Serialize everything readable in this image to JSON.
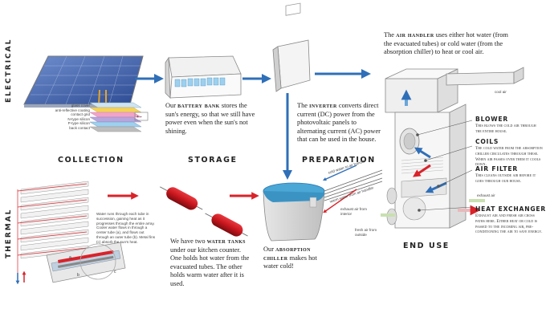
{
  "rows": {
    "electrical": "ELECTRICAL",
    "thermal": "THERMAL"
  },
  "stages": {
    "collection": "COLLECTION",
    "storage": "STORAGE",
    "preparation": "PREPARATION",
    "end_use": "END USE"
  },
  "panel_layers": [
    "glass cover",
    "anti-reflective coating",
    "contact grid",
    "N-type silicon",
    "P-type silicon",
    "back contact"
  ],
  "battery_text": {
    "pre": "Our ",
    "bold": "battery bank",
    "post": " stores the sun's energy, so that we still have power even when the sun's not shining."
  },
  "inverter_text": {
    "pre": "The ",
    "bold": "inverter",
    "post": " converts direct current (DC) power from the photovoltaic panels to alternating current (AC) power that can be used in the house."
  },
  "air_handler_text": {
    "pre": "The ",
    "bold": "air handler",
    "post": " uses either hot water (from the evacuated tubes) or cold water (from the absorption chiller) to heat or cool air."
  },
  "tanks_text": {
    "pre": "We have two ",
    "bold": "water tanks",
    "post": " under our kitchen counter. One holds hot water from the evacuated tubes. The other holds warm water after it is used."
  },
  "chiller_text": {
    "pre": "Our ",
    "bold": "absorption chiller",
    "post": " makes hot water cold!"
  },
  "thermal_text": "Water runs through each tube in succession, gaining heat as it progresses through the entire array. Cooler water flows in through a center tube (a), and flows out through an outer tube (b). Metal fins (c) absorb the sun's heat.",
  "callouts": [
    {
      "title": "BLOWER",
      "body": "This blows the cold air through the entire house."
    },
    {
      "title": "COILS",
      "body": "The cold water from the absorption chiller circulates through these. When air passes over them it cools down."
    },
    {
      "title": "AIR FILTER",
      "body": "This cleans outside air before it goes through our house."
    },
    {
      "title": "HEAT EXCHANGER",
      "body": "Exhaust air and fresh air cross paths here. Either heat or cold is passed to the incoming air, pre-conditioning the air to save energy."
    }
  ],
  "small_labels": {
    "cool_air": "cool air",
    "cold_to_handler": "cold water to air handler",
    "warm_from_handler": "warm water from air handler",
    "exhaust_from_interior": "exhaust air from interior",
    "fresh_from_outside": "fresh air from outside",
    "exhaust_air": "exhaust air",
    "tube_a": "a",
    "tube_b": "b",
    "tube_c": "c"
  },
  "colors": {
    "blue_arrow": "#2f6fb8",
    "red_arrow": "#d9232a",
    "tube_red": "#c8161d",
    "chiller_blue": "#4aa7d6",
    "panel_blue": "#3b5fa8"
  }
}
